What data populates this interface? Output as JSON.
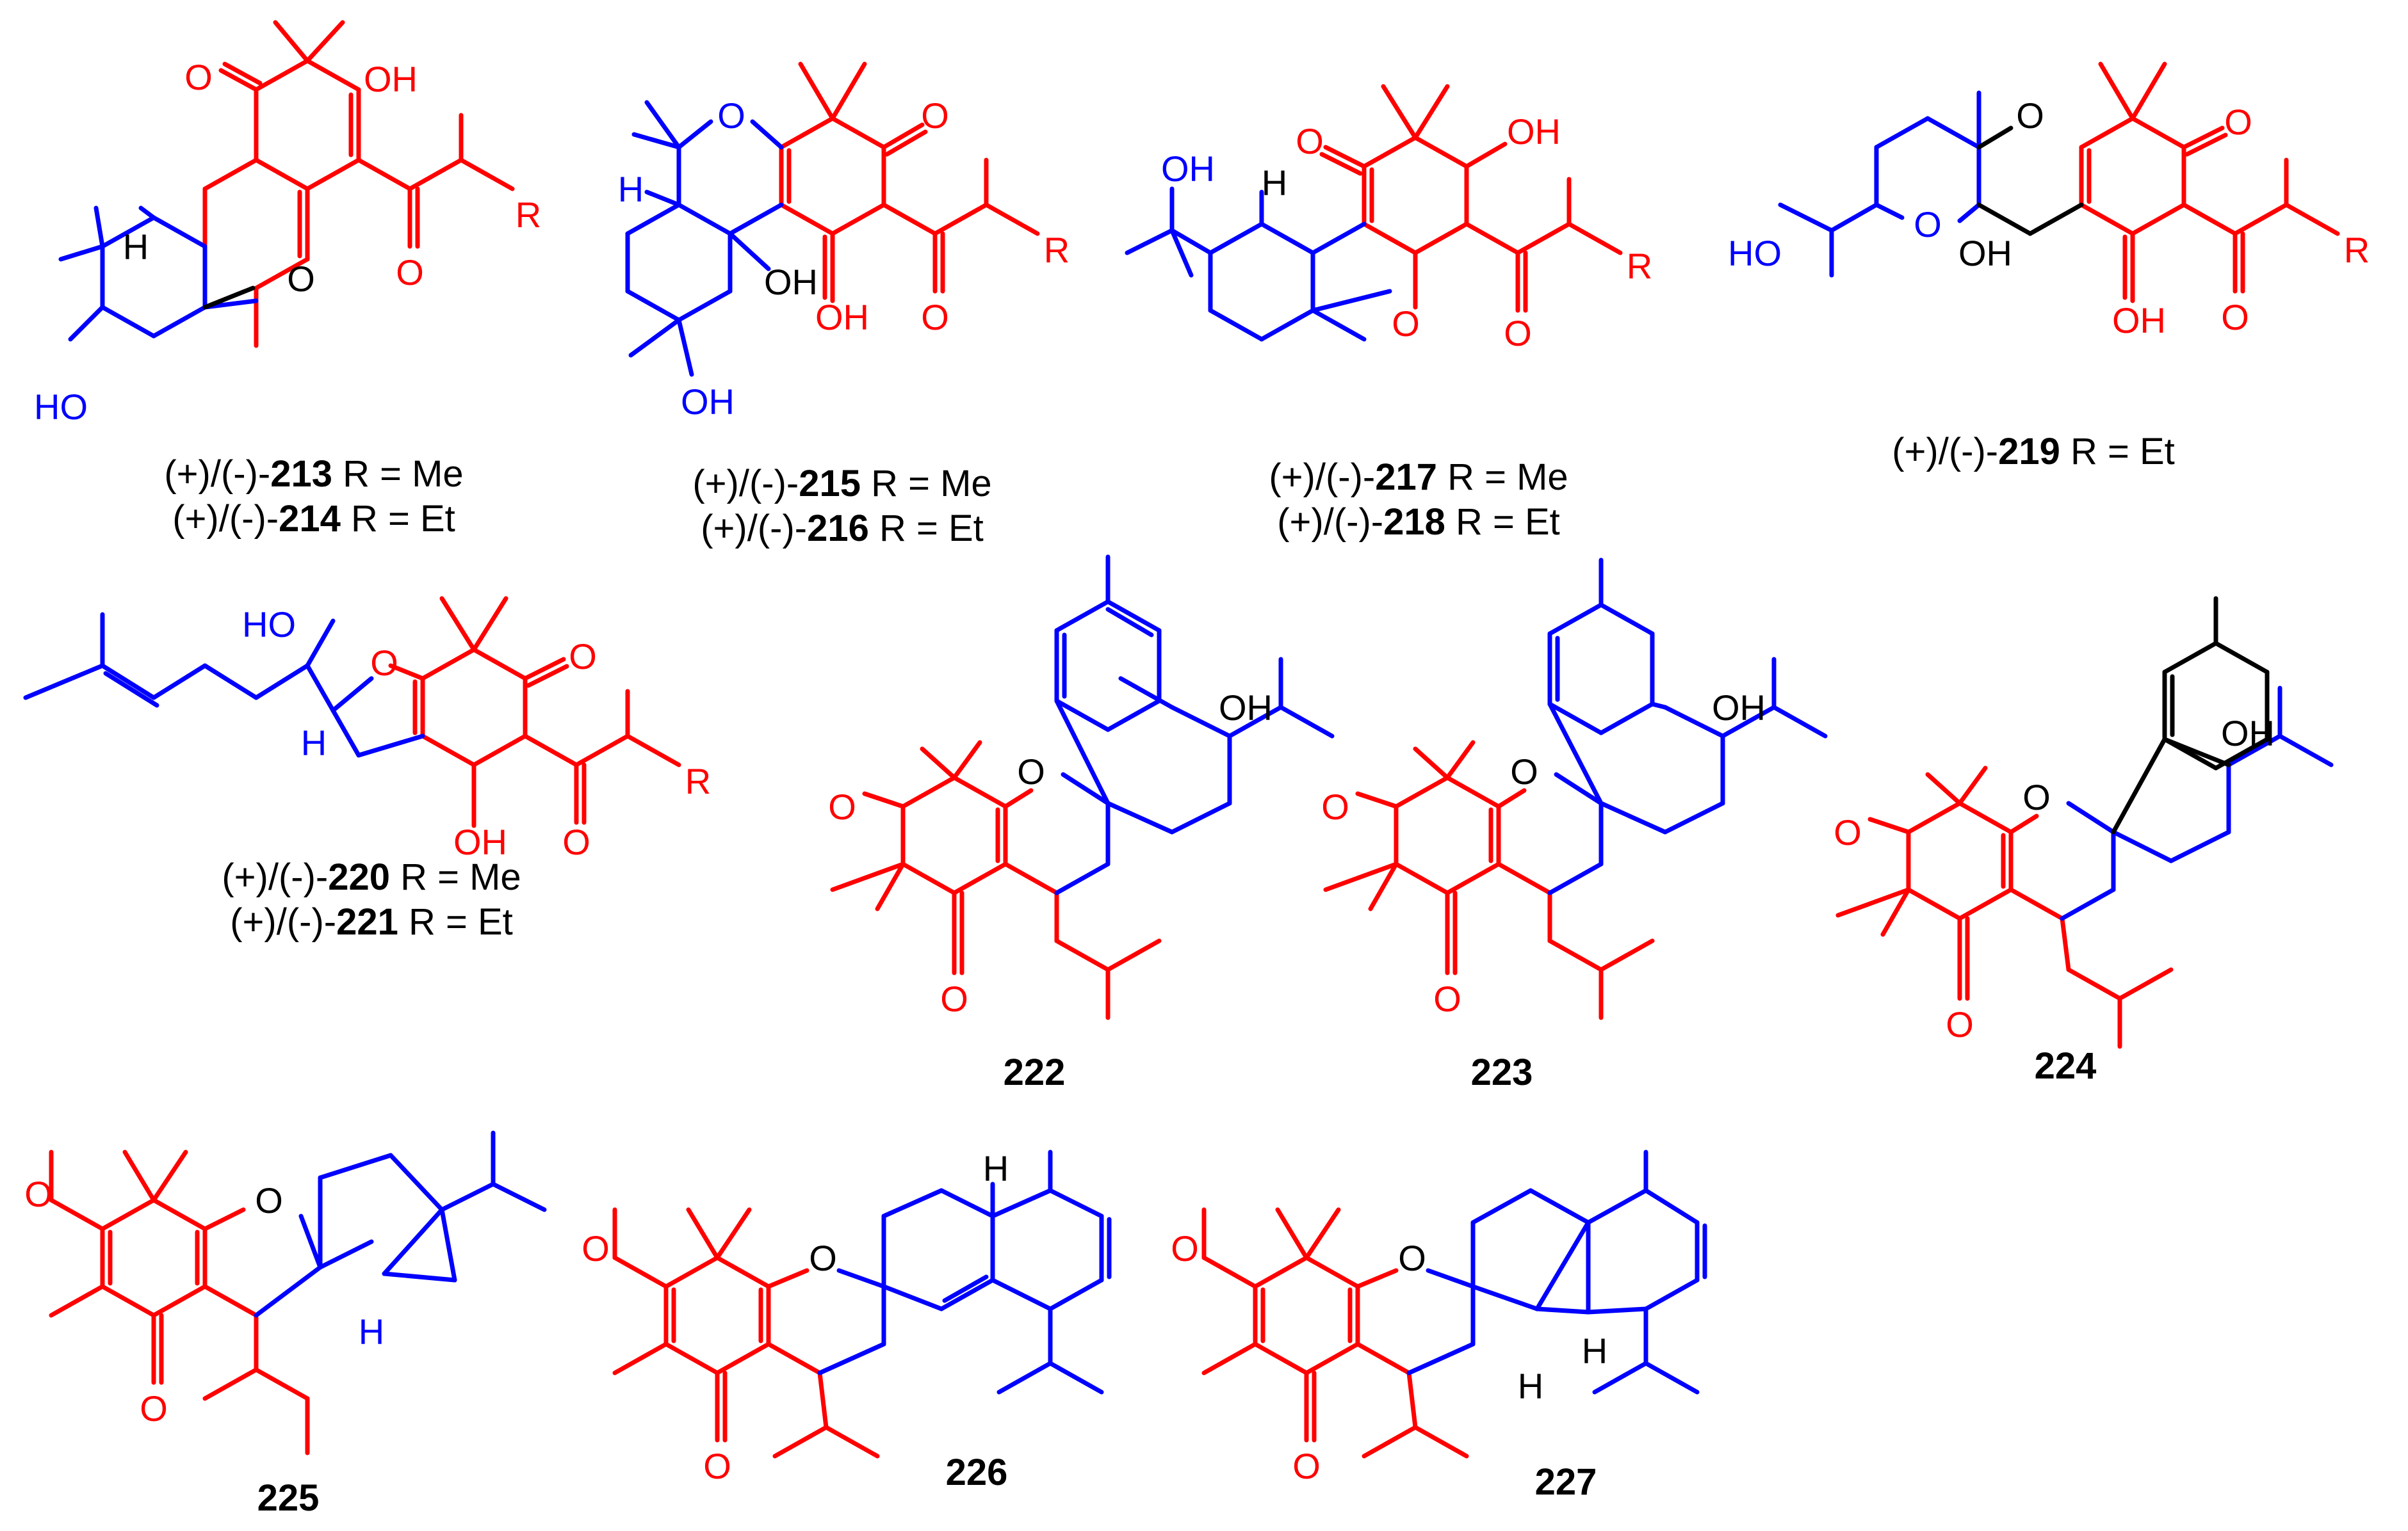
{
  "colors": {
    "red_fragment": "#ff0000",
    "blue_fragment": "#0000ff",
    "black_bond": "#000000",
    "text": "#000000"
  },
  "atom_labels": {
    "O": "O",
    "OH": "OH",
    "HO": "HO",
    "H": "H",
    "R": "R"
  },
  "compounds": [
    {
      "prefix": "(+)/(-)-",
      "number": "213",
      "suffix": " R = Me"
    },
    {
      "prefix": "(+)/(-)-",
      "number": "214",
      "suffix": " R = Et"
    },
    {
      "prefix": "(+)/(-)-",
      "number": "215",
      "suffix": " R = Me"
    },
    {
      "prefix": "(+)/(-)-",
      "number": "216",
      "suffix": " R = Et"
    },
    {
      "prefix": "(+)/(-)-",
      "number": "217",
      "suffix": " R = Me"
    },
    {
      "prefix": "(+)/(-)-",
      "number": "218",
      "suffix": " R = Et"
    },
    {
      "prefix": "(+)/(-)-",
      "number": "219",
      "suffix": " R = Et"
    },
    {
      "prefix": "(+)/(-)-",
      "number": "220",
      "suffix": " R = Me"
    },
    {
      "prefix": "(+)/(-)-",
      "number": "221",
      "suffix": " R = Et"
    },
    {
      "prefix": "",
      "number": "222",
      "suffix": ""
    },
    {
      "prefix": "",
      "number": "223",
      "suffix": ""
    },
    {
      "prefix": "",
      "number": "224",
      "suffix": ""
    },
    {
      "prefix": "",
      "number": "225",
      "suffix": ""
    },
    {
      "prefix": "",
      "number": "226",
      "suffix": ""
    },
    {
      "prefix": "",
      "number": "227",
      "suffix": ""
    }
  ]
}
